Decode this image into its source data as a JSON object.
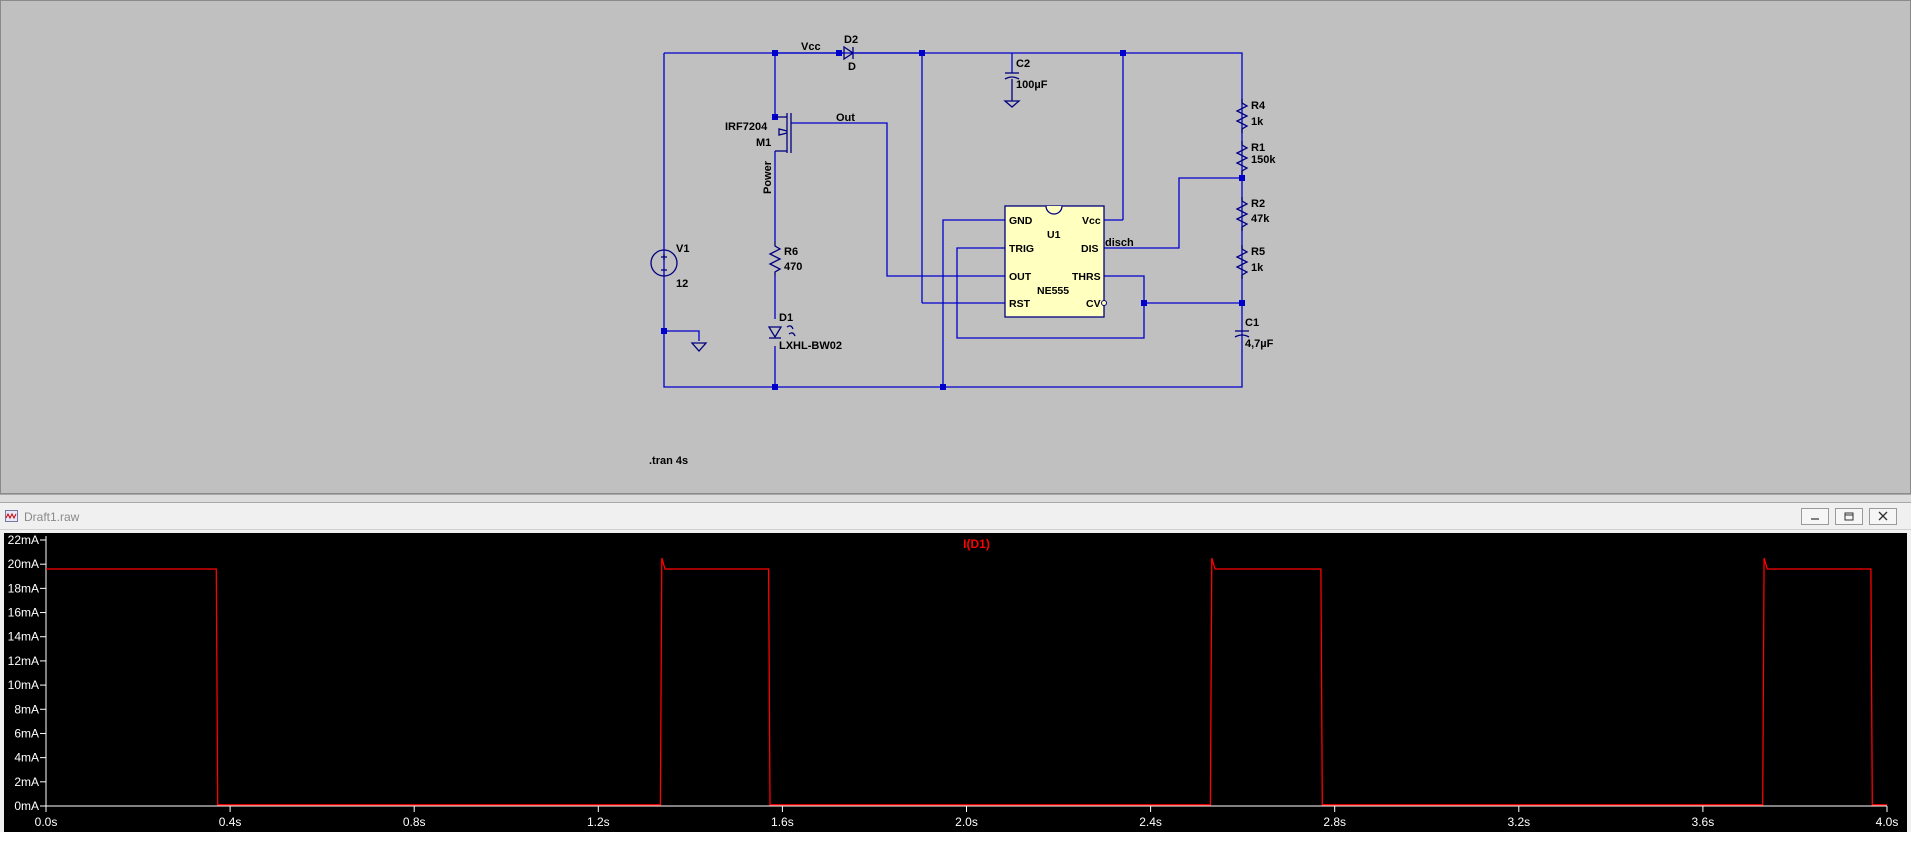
{
  "schematic": {
    "labels": {
      "vcc_net": "Vcc",
      "out_net": "Out",
      "power_net": "Power",
      "d2_name": "D2",
      "d2_value": "D",
      "c2_name": "C2",
      "c2_value": "100µF",
      "m1_model": "IRF7204",
      "m1_name": "M1",
      "r4_name": "R4",
      "r4_value": "1k",
      "r1_name": "R1",
      "r1_value": "150k",
      "r2_name": "R2",
      "r2_value": "47k",
      "r5_name": "R5",
      "r5_value": "1k",
      "c1_name": "C1",
      "c1_value": "4,7µF",
      "r6_name": "R6",
      "r6_value": "470",
      "d1_name": "D1",
      "d1_value": "LXHL-BW02",
      "v1_name": "V1",
      "v1_value": "12",
      "disch_net": "disch",
      "directive": ".tran 4s"
    },
    "ic": {
      "name": "U1",
      "part": "NE555",
      "pins": {
        "gnd": "GND",
        "trig": "TRIG",
        "out": "OUT",
        "rst": "RST",
        "vcc": "Vcc",
        "dis": "DIS",
        "thrs": "THRS",
        "cv": "CV"
      }
    }
  },
  "plot_window": {
    "title": "Draft1.raw",
    "trace_label": "I(D1)",
    "trace_color": "#ff0000",
    "background_color": "#000000"
  },
  "chart_data": {
    "type": "line",
    "title": "",
    "xlabel": "",
    "ylabel": "",
    "xlim": [
      0,
      4
    ],
    "ylim": [
      0,
      22
    ],
    "x_unit": "s",
    "y_unit": "mA",
    "x_ticks": [
      "0.0s",
      "0.4s",
      "0.8s",
      "1.2s",
      "1.6s",
      "2.0s",
      "2.4s",
      "2.8s",
      "3.2s",
      "3.6s",
      "4.0s"
    ],
    "y_ticks": [
      "0mA",
      "2mA",
      "4mA",
      "6mA",
      "8mA",
      "10mA",
      "12mA",
      "14mA",
      "16mA",
      "18mA",
      "20mA",
      "22mA"
    ],
    "series": [
      {
        "name": "I(D1)",
        "color": "#ff0000",
        "x": [
          0,
          0.37,
          0.373,
          1.335,
          1.338,
          1.345,
          1.57,
          1.573,
          2.53,
          2.533,
          2.54,
          2.77,
          2.773,
          3.73,
          3.733,
          3.74,
          3.965,
          3.968,
          4.0
        ],
        "y": [
          19.6,
          19.6,
          0.1,
          0.1,
          20.5,
          19.6,
          19.6,
          0.1,
          0.1,
          20.5,
          19.6,
          19.6,
          0.1,
          0.1,
          20.5,
          19.6,
          19.6,
          0.1,
          0.1
        ]
      }
    ]
  }
}
